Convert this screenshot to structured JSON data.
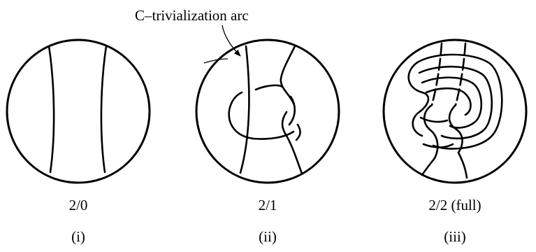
{
  "annotation": {
    "text": "C–trivialization arc"
  },
  "panels": [
    {
      "caption": "2/0",
      "index": "(i)"
    },
    {
      "caption": "2/1",
      "index": "(ii)"
    },
    {
      "caption": "2/2 (full)",
      "index": "(iii)"
    }
  ]
}
